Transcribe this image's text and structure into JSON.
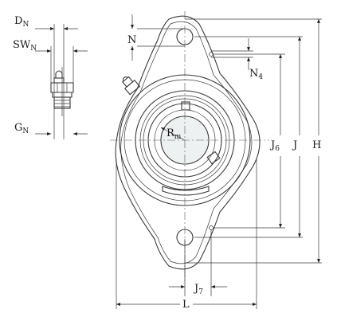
{
  "labels": {
    "D": "D",
    "D_sub": "N",
    "SW": "SW",
    "SW_sub": "N",
    "G": "G",
    "G_sub": "N",
    "N": "N",
    "N4": "N",
    "N4_sub": "4",
    "R": "R",
    "R_sub": "m",
    "J6": "J",
    "J6_sub": "6",
    "J": "J",
    "H": "H",
    "J7": "J",
    "J7_sub": "7",
    "L": "L"
  }
}
